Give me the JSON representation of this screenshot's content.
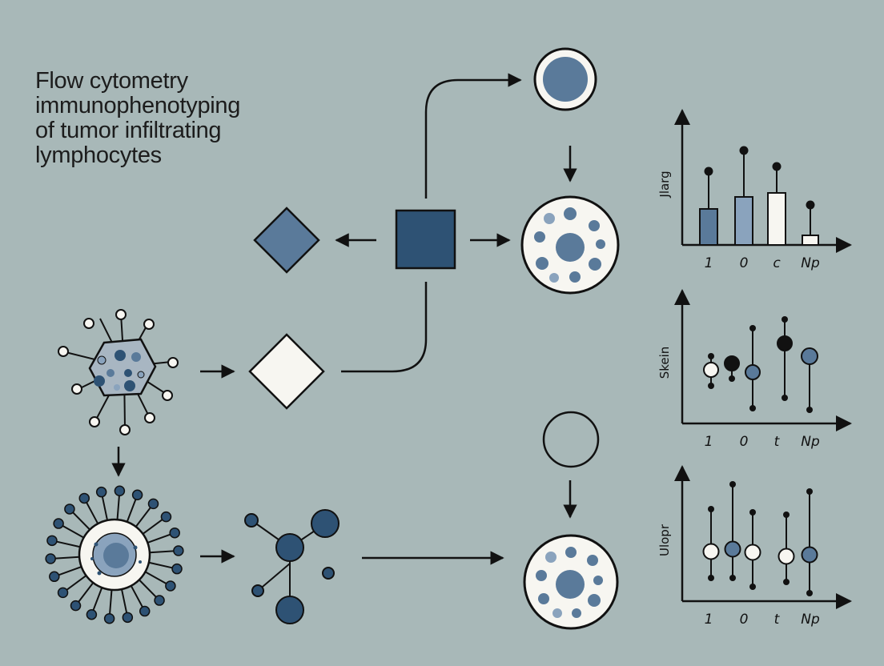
{
  "title": "Flow cytometry\nimmunophenotyping\nof tumor infiltrating\nlymphocytes",
  "colors": {
    "background": "#a8b8b8",
    "dark_blue": "#2e5274",
    "mid_blue": "#5a7a9a",
    "light_blue": "#8aa3bd",
    "white": "#f7f6f1",
    "ink": "#111111"
  },
  "chart_data": [
    {
      "type": "bar",
      "ylabel": "Jlarg",
      "categories": [
        "1",
        "0",
        "c",
        "Np"
      ],
      "series": [
        {
          "values": [
            45,
            60,
            65,
            12
          ]
        }
      ],
      "whisker_top": [
        92,
        118,
        98,
        50
      ]
    },
    {
      "type": "scatter",
      "ylabel": "Skein",
      "categories": [
        "1",
        "0",
        "t",
        "Np"
      ]
    },
    {
      "type": "scatter",
      "ylabel": "Ulopr",
      "categories": [
        "1",
        "0",
        "t",
        "Np"
      ]
    }
  ]
}
